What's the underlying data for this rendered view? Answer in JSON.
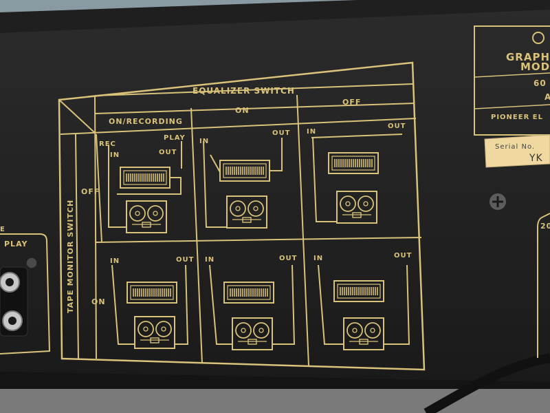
{
  "panel": {
    "equalizer_switch": "EQUALIZER SWITCH",
    "tape_monitor_switch": "TAPE MONITOR SWITCH",
    "col_on_recording": "ON/RECORDING",
    "col_on": "ON",
    "col_off": "OFF",
    "row_off": "OFF",
    "row_on": "ON",
    "rec": "REC",
    "in": "IN",
    "out": "OUT",
    "play": "PLAY",
    "graphic_equalizer": "GRAPHIC EQUALIZER"
  },
  "badge": {
    "line1": "GRAPH",
    "line2": "MOD",
    "line3": "60",
    "line4": "A",
    "maker": "PIONEER EL",
    "serial_label": "Serial No.",
    "serial_value": "YK"
  },
  "left_jack": {
    "label": "PLAY",
    "edge": "E"
  },
  "right_edge": {
    "label": "20"
  },
  "colors": {
    "panel": "#1e1e1e",
    "print": "#d9c27a",
    "sticker": "#efd9a0"
  }
}
